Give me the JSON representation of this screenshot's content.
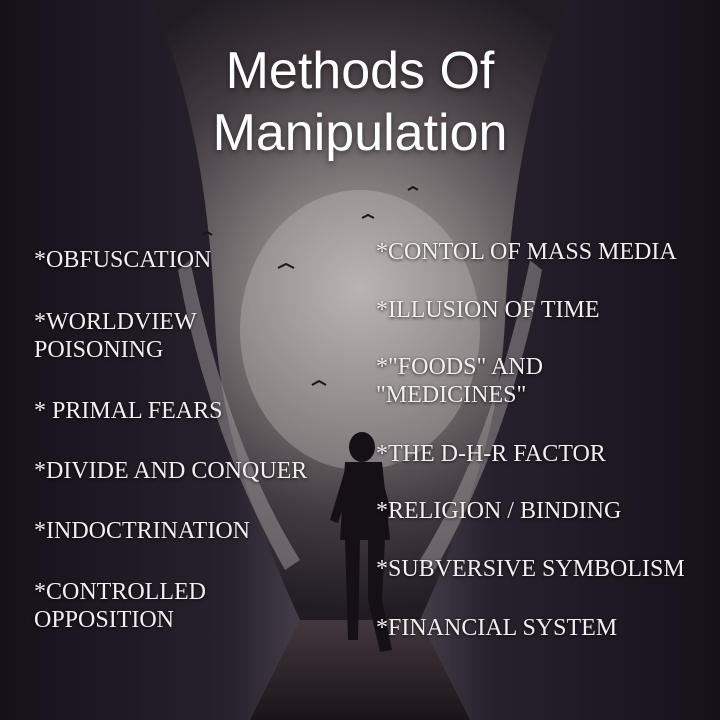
{
  "title": {
    "line1": "Methods Of",
    "line2": "Manipulation"
  },
  "left_items": [
    {
      "lines": [
        "*OBFUSCATION"
      ]
    },
    {
      "lines": [
        "*WORLDVIEW",
        "POISONING"
      ]
    },
    {
      "lines": [
        "* PRIMAL FEARS"
      ]
    },
    {
      "lines": [
        "*DIVIDE AND CONQUER"
      ]
    },
    {
      "lines": [
        "*INDOCTRINATION"
      ]
    },
    {
      "lines": [
        "*CONTROLLED",
        "OPPOSITION"
      ]
    }
  ],
  "right_items": [
    {
      "lines": [
        "*CONTOL OF MASS MEDIA"
      ]
    },
    {
      "lines": [
        "*ILLUSION OF TIME"
      ]
    },
    {
      "lines": [
        "*\"FOODS\" AND",
        "\"MEDICINES\""
      ]
    },
    {
      "lines": [
        "*THE D-H-R FACTOR"
      ]
    },
    {
      "lines": [
        "*RELIGION / BINDING"
      ]
    },
    {
      "lines": [
        "*SUBVERSIVE SYMBOLISM"
      ]
    },
    {
      "lines": [
        "*FINANCIAL SYSTEM"
      ]
    }
  ],
  "colors": {
    "background": "#1e1a22",
    "text": "#f3eef0",
    "title": "#ffffff"
  }
}
